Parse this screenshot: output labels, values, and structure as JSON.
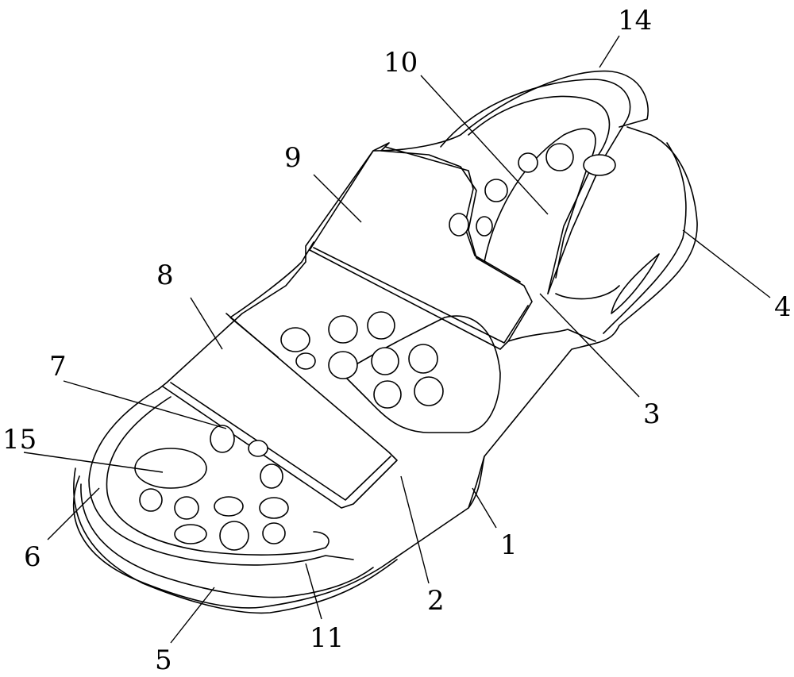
{
  "figure": {
    "type": "patent line drawing of sandal",
    "labels": [
      "14",
      "10",
      "9",
      "8",
      "7",
      "15",
      "6",
      "5",
      "11",
      "2",
      "1",
      "3",
      "4"
    ]
  }
}
